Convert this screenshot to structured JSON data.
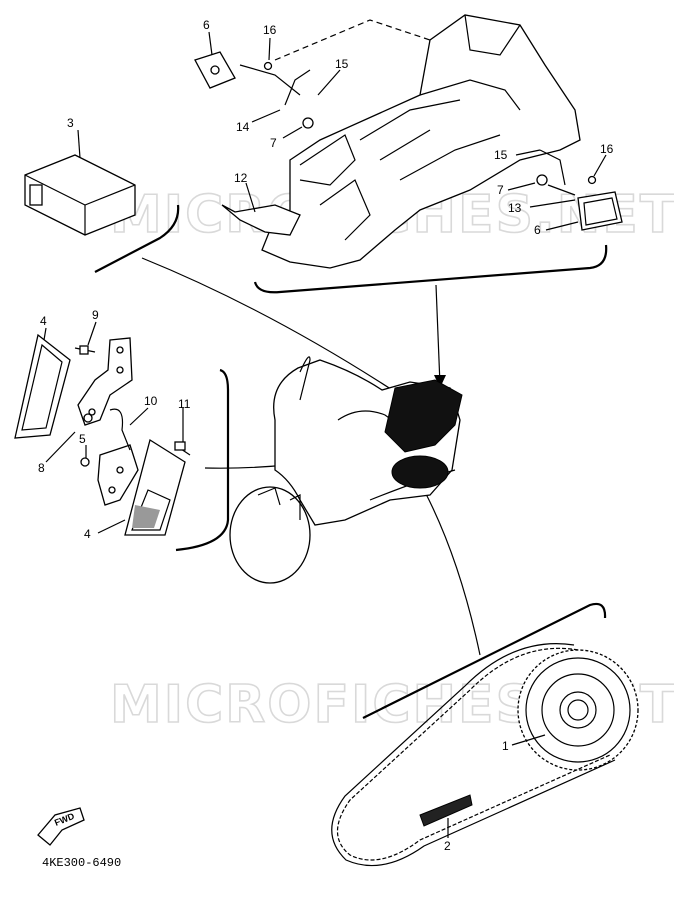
{
  "diagram": {
    "watermark": "MICROFICHES.NET",
    "drawing_code": "4KE300-6490",
    "fwd_label": "FWD",
    "callouts": {
      "c6_top": "6",
      "c16_top": "16",
      "c15_top": "15",
      "c14": "14",
      "c7_top": "7",
      "c3": "3",
      "c12": "12",
      "c15_right": "15",
      "c16_right": "16",
      "c7_right": "7",
      "c13": "13",
      "c6_right": "6",
      "c4_top": "4",
      "c9": "9",
      "c10": "10",
      "c11": "11",
      "c8": "8",
      "c5": "5",
      "c4_bottom": "4",
      "c1": "1",
      "c2": "2"
    }
  }
}
